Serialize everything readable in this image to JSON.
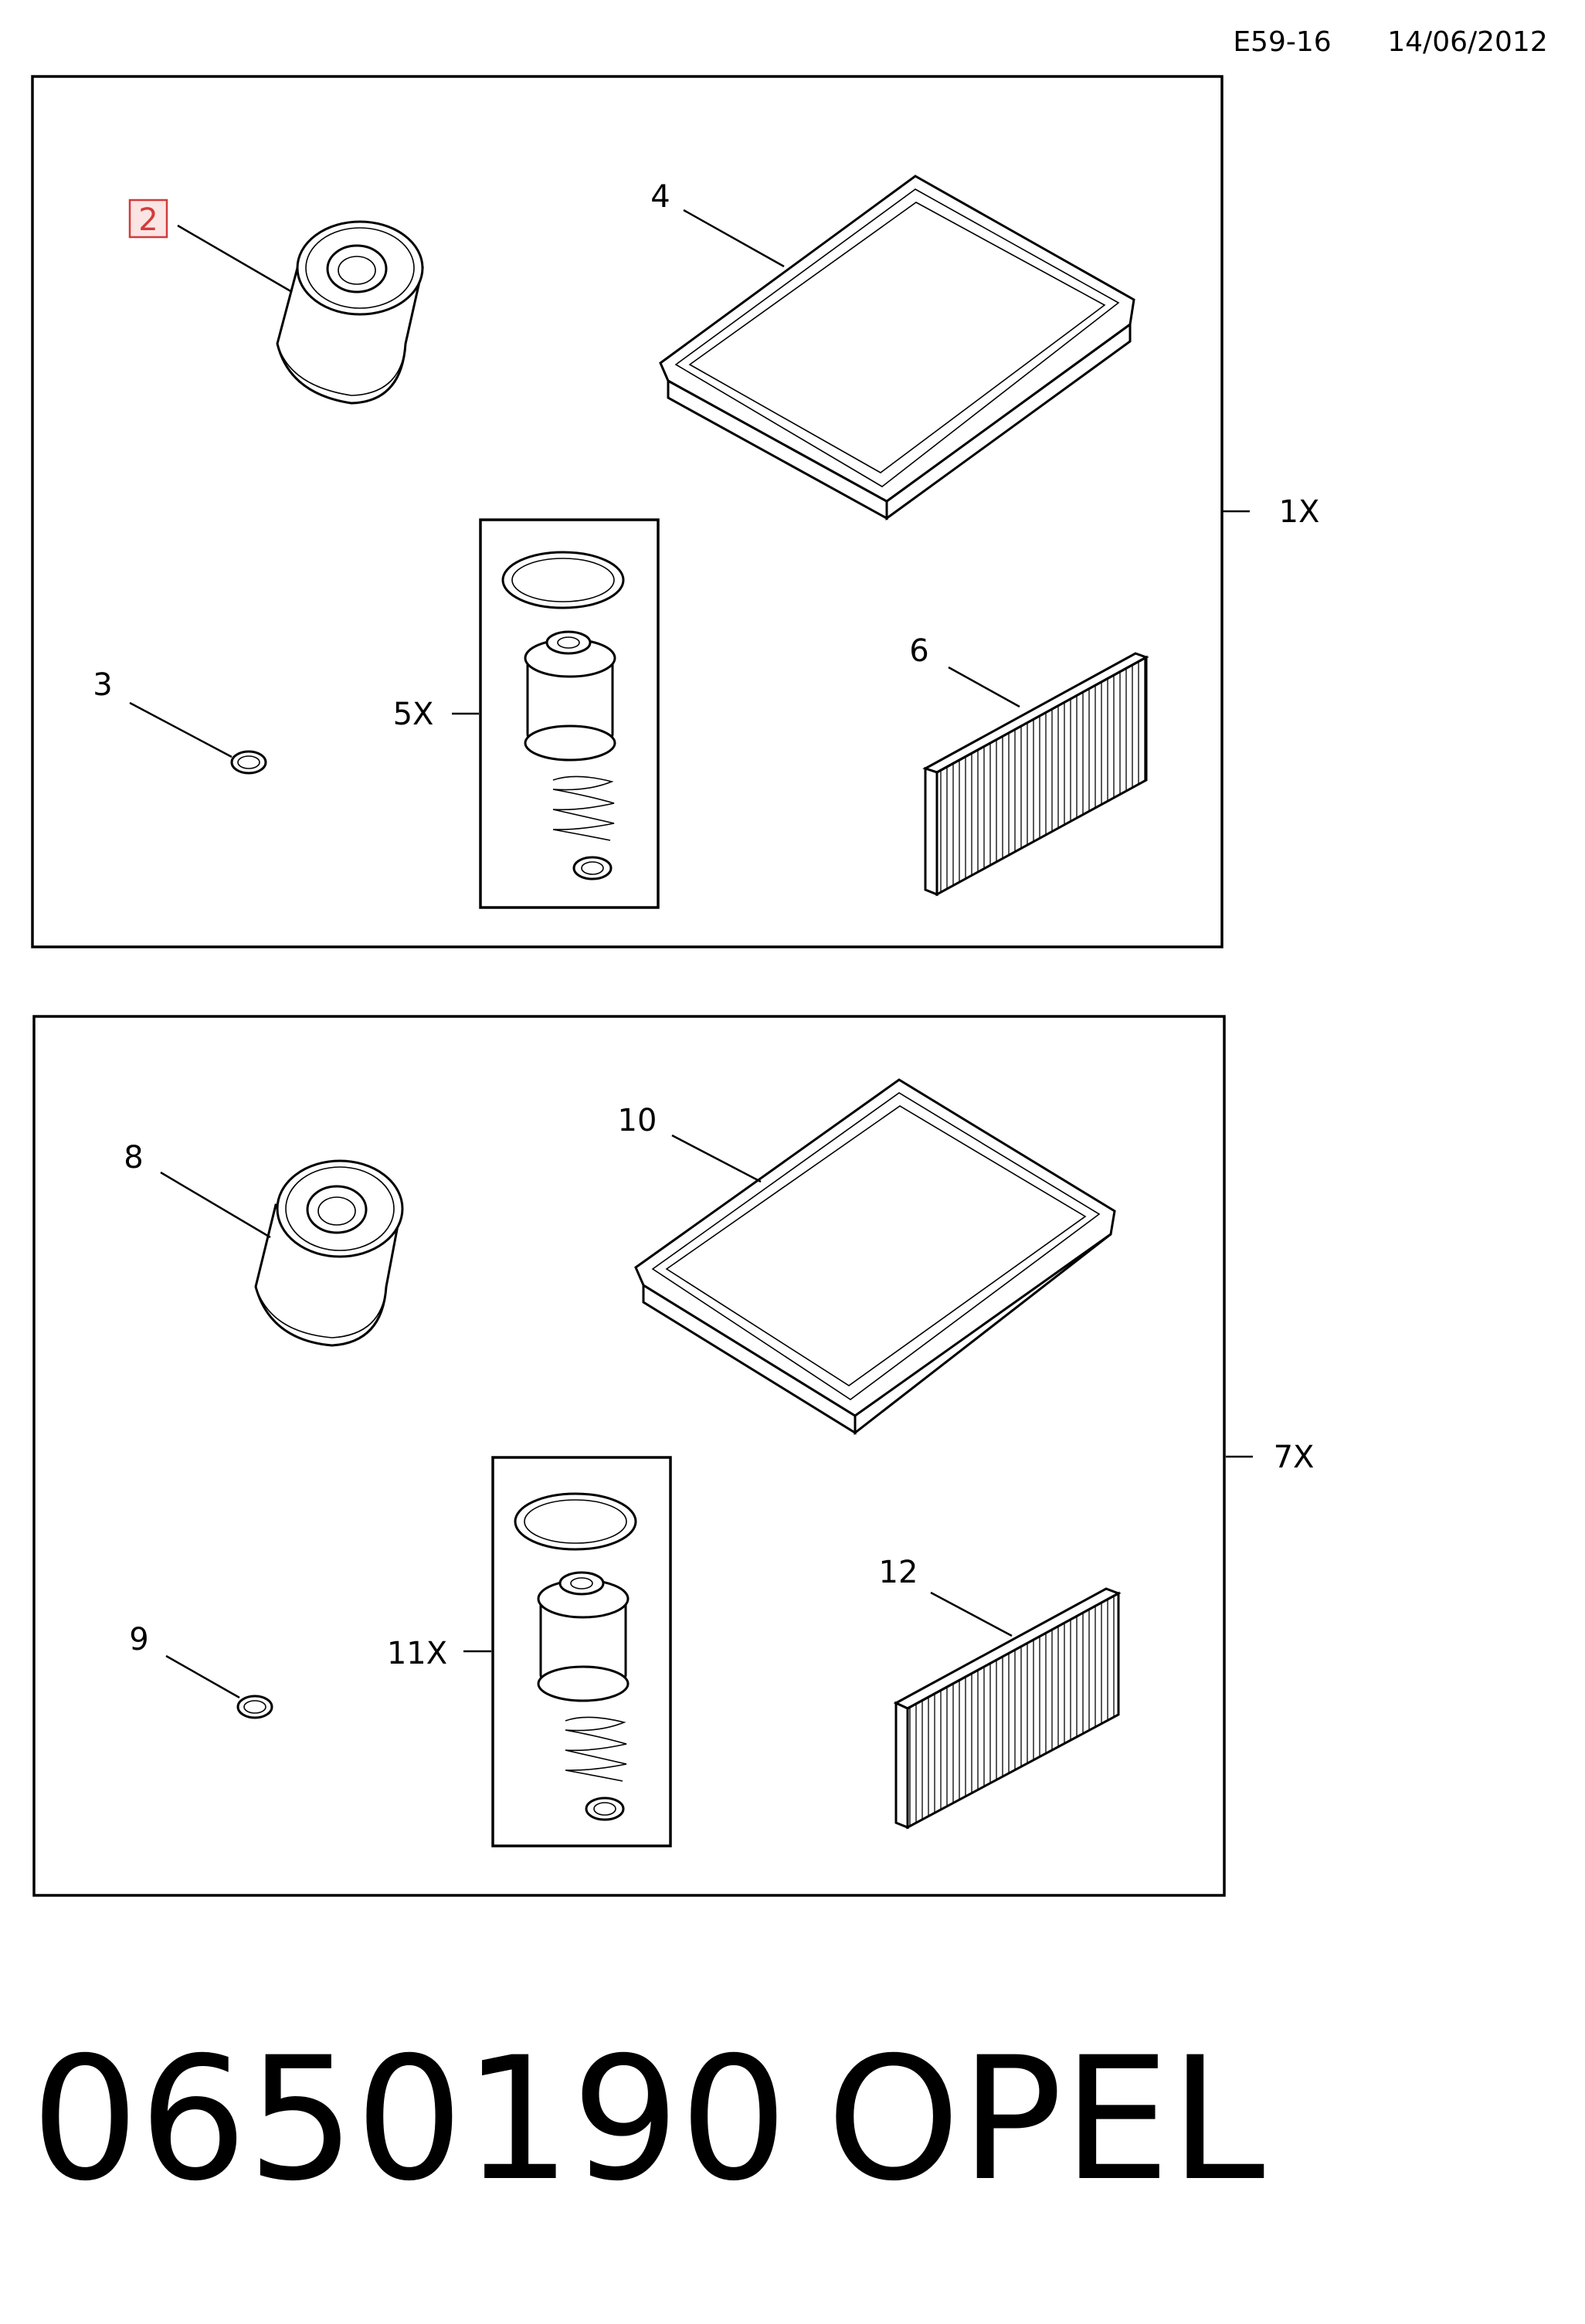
{
  "header": {
    "doc_code": "E59-16",
    "date": "14/06/2012"
  },
  "callouts": {
    "p2": "2",
    "p3": "3",
    "p4": "4",
    "p5": "5X",
    "p6": "6",
    "p1": "1X",
    "p7": "7X",
    "p8": "8",
    "p9": "9",
    "p10": "10",
    "p11": "11X",
    "p12": "12"
  },
  "highlight_color": "#d23b3b",
  "footer": {
    "part_number": "0650190",
    "brand": "OPEL"
  }
}
